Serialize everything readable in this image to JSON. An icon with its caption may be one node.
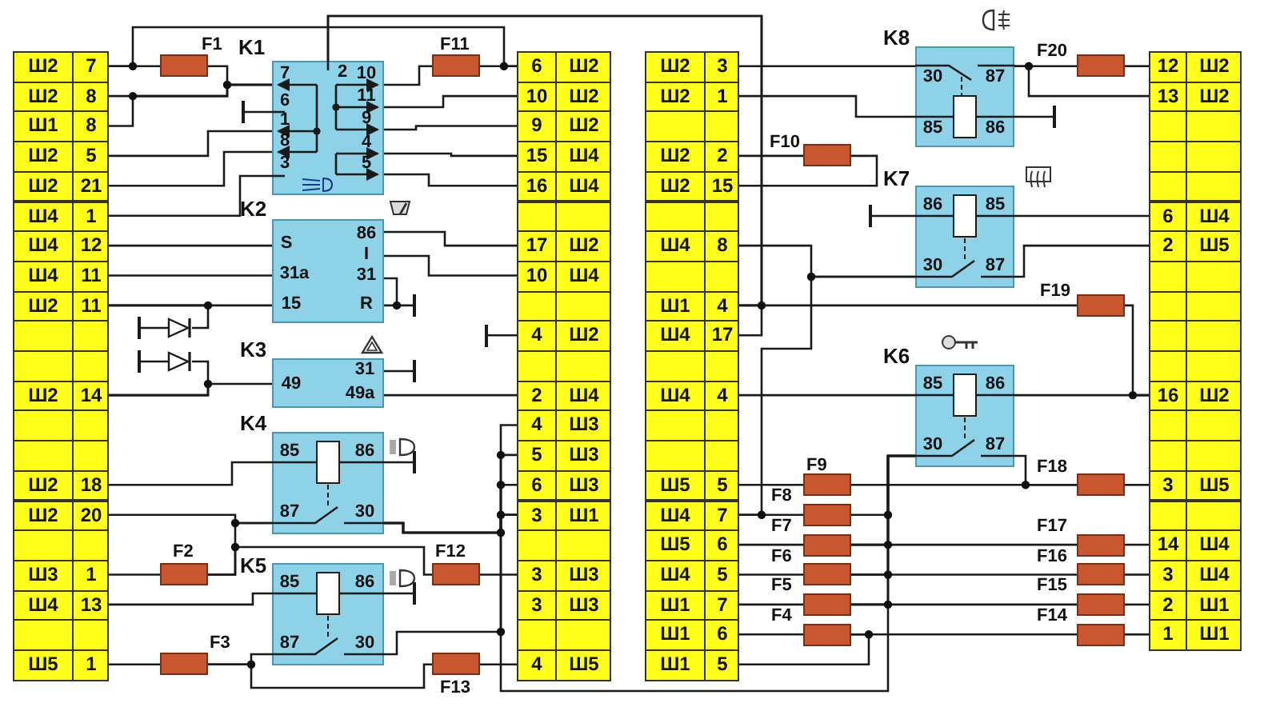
{
  "diagram": {
    "nodes": [
      {
        "text": [
          "Ш2",
          "7"
        ]
      },
      {
        "text": [
          "Ш2",
          "8"
        ]
      },
      {
        "text": [
          "Ш1",
          "8"
        ]
      },
      {
        "text": [
          "Ш2",
          "5"
        ]
      },
      {
        "text": [
          "Ш2",
          "21"
        ]
      },
      {
        "text": [
          "Ш4",
          "1"
        ]
      },
      {
        "text": [
          "Ш4",
          "12"
        ]
      },
      {
        "text": [
          "Ш4",
          "11"
        ]
      },
      {
        "text": [
          "Ш2",
          "11"
        ]
      },
      {
        "text": [],
        "shape": "box"
      },
      {
        "text": [],
        "shape": "box"
      },
      {
        "text": [
          "Ш2",
          "14"
        ]
      },
      {
        "text": [],
        "shape": "box"
      },
      {
        "text": [],
        "shape": "box"
      },
      {
        "text": [
          "Ш2",
          "18"
        ]
      },
      {
        "text": [
          "Ш2",
          "20"
        ]
      },
      {
        "text": [],
        "shape": "box"
      },
      {
        "text": [
          "Ш3",
          "1"
        ]
      },
      {
        "text": [
          "Ш4",
          "13"
        ]
      },
      {
        "text": [],
        "shape": "box"
      },
      {
        "text": [
          "Ш5",
          "1"
        ]
      },
      {
        "text": [
          "6",
          "Ш2"
        ]
      },
      {
        "text": [
          "10",
          "Ш2"
        ]
      },
      {
        "text": [
          "9",
          "Ш2"
        ]
      },
      {
        "text": [
          "15",
          "Ш4"
        ]
      },
      {
        "text": [
          "16",
          "Ш4"
        ]
      },
      {
        "text": [],
        "shape": "box"
      },
      {
        "text": [
          "17",
          "Ш2"
        ]
      },
      {
        "text": [
          "10",
          "Ш4"
        ]
      },
      {
        "text": [],
        "shape": "box"
      },
      {
        "text": [
          "4",
          "Ш2"
        ]
      },
      {
        "text": [],
        "shape": "box"
      },
      {
        "text": [
          "2",
          "Ш4"
        ]
      },
      {
        "text": [
          "4",
          "Ш3"
        ]
      },
      {
        "text": [
          "5",
          "Ш3"
        ]
      },
      {
        "text": [
          "6",
          "Ш3"
        ]
      },
      {
        "text": [
          "3",
          "Ш1"
        ]
      },
      {
        "text": [],
        "shape": "box"
      },
      {
        "text": [
          "3",
          "Ш3"
        ]
      },
      {
        "text": [
          "3",
          "Ш3"
        ]
      },
      {
        "text": [],
        "shape": "box"
      },
      {
        "text": [
          "4",
          "Ш5"
        ]
      },
      {
        "text": [
          "Ш2",
          "3"
        ]
      },
      {
        "text": [
          "Ш2",
          "1"
        ]
      },
      {
        "text": [],
        "shape": "box"
      },
      {
        "text": [
          "Ш2",
          "2"
        ]
      },
      {
        "text": [
          "Ш2",
          "15"
        ]
      },
      {
        "text": [],
        "shape": "box"
      },
      {
        "text": [
          "Ш4",
          "8"
        ]
      },
      {
        "text": [],
        "shape": "box"
      },
      {
        "text": [
          "Ш1",
          "4"
        ]
      },
      {
        "text": [
          "Ш4",
          "17"
        ]
      },
      {
        "text": [],
        "shape": "box"
      },
      {
        "text": [
          "Ш4",
          "4"
        ]
      },
      {
        "text": [],
        "shape": "box"
      },
      {
        "text": [],
        "shape": "box"
      },
      {
        "text": [
          "Ш5",
          "5"
        ]
      },
      {
        "text": [
          "Ш4",
          "7"
        ]
      },
      {
        "text": [
          "Ш5",
          "6"
        ]
      },
      {
        "text": [
          "Ш4",
          "5"
        ]
      },
      {
        "text": [
          "Ш1",
          "7"
        ]
      },
      {
        "text": [
          "Ш1",
          "6"
        ]
      },
      {
        "text": [
          "Ш1",
          "5"
        ]
      },
      {
        "text": [
          "12",
          "Ш2"
        ]
      },
      {
        "text": [
          "13",
          "Ш2"
        ]
      },
      {
        "text": [],
        "shape": "box"
      },
      {
        "text": [],
        "shape": "box"
      },
      {
        "text": [],
        "shape": "box"
      },
      {
        "text": [
          "6",
          "Ш4"
        ]
      },
      {
        "text": [
          "2",
          "Ш5"
        ]
      },
      {
        "text": [],
        "shape": "box"
      },
      {
        "text": [],
        "shape": "box"
      },
      {
        "text": [],
        "shape": "box"
      },
      {
        "text": [],
        "shape": "box"
      },
      {
        "text": [
          "16",
          "Ш2"
        ]
      },
      {
        "text": [],
        "shape": "box"
      },
      {
        "text": [],
        "shape": "box"
      },
      {
        "text": [
          "3",
          "Ш5"
        ]
      },
      {
        "text": [],
        "shape": "box"
      },
      {
        "text": [
          "14",
          "Ш4"
        ]
      },
      {
        "text": [
          "3",
          "Ш4"
        ]
      },
      {
        "text": [
          "2",
          "Ш1"
        ]
      },
      {
        "text": [
          "1",
          "Ш1"
        ]
      },
      {
        "text": [
          "K1",
          "7",
          "6",
          "1",
          "8",
          "3",
          "2",
          "10",
          "11",
          "9",
          "4",
          "5"
        ]
      },
      {
        "text": [
          "K2",
          "S",
          "31a",
          "15",
          "86",
          "I",
          "31",
          "R"
        ]
      },
      {
        "text": [
          "K3",
          "49",
          "31",
          "49a"
        ]
      },
      {
        "text": [
          "K4",
          "85",
          "86",
          "87",
          "30"
        ]
      },
      {
        "text": [
          "K5",
          "85",
          "86",
          "87",
          "30"
        ]
      },
      {
        "text": [
          "K8",
          "30",
          "87",
          "85",
          "86"
        ]
      },
      {
        "text": [
          "K7",
          "86",
          "85",
          "30",
          "87"
        ]
      },
      {
        "text": [
          "K6",
          "85",
          "86",
          "30",
          "87"
        ]
      },
      {
        "text": [
          "F1"
        ]
      },
      {
        "text": [
          "F11"
        ]
      },
      {
        "text": [
          "F2"
        ]
      },
      {
        "text": [
          "F3"
        ]
      },
      {
        "text": [
          "F12"
        ]
      },
      {
        "text": [
          "F13"
        ]
      },
      {
        "text": [
          "F10"
        ]
      },
      {
        "text": [
          "F20"
        ]
      },
      {
        "text": [
          "F19"
        ]
      },
      {
        "text": [
          "F9"
        ]
      },
      {
        "text": [
          "F8"
        ]
      },
      {
        "text": [
          "F7"
        ]
      },
      {
        "text": [
          "F6"
        ]
      },
      {
        "text": [
          "F5"
        ]
      },
      {
        "text": [
          "F4"
        ]
      },
      {
        "text": [
          "F18"
        ]
      },
      {
        "text": [
          "F17"
        ]
      },
      {
        "text": [
          "F16"
        ]
      },
      {
        "text": [
          "F15"
        ]
      },
      {
        "text": [
          "F14"
        ]
      },
      {
        "text": [],
        "shape": "diode"
      },
      {
        "text": [],
        "shape": "diode"
      },
      {
        "text": [],
        "shape": "bar"
      },
      {
        "text": [],
        "shape": "bar"
      },
      {
        "text": [],
        "shape": "bar"
      },
      {
        "text": [],
        "shape": "bar"
      },
      {
        "text": [],
        "shape": "bar"
      },
      {
        "text": [],
        "shape": "bar"
      },
      {
        "text": [],
        "shape": "bar"
      },
      {
        "text": [],
        "shape": "bar"
      },
      {
        "text": [],
        "shape": "bar"
      },
      {
        "text": [],
        "shape": "bar"
      }
    ],
    "edges": [
      {
        "from": 0,
        "to": 91,
        "arrow": "none"
      },
      {
        "from": 91,
        "to": 83,
        "arrow": "none"
      },
      {
        "from": 0,
        "to": 21,
        "arrow": "none"
      },
      {
        "from": 83,
        "to": 92,
        "arrow": "none"
      },
      {
        "from": 92,
        "to": 21,
        "arrow": "none"
      },
      {
        "from": 1,
        "to": 83,
        "arrow": "none"
      },
      {
        "from": 2,
        "to": 83,
        "arrow": "none"
      },
      {
        "from": 3,
        "to": 83,
        "arrow": "none"
      },
      {
        "from": 4,
        "to": 83,
        "arrow": "none"
      },
      {
        "from": 5,
        "to": 83,
        "arrow": "none"
      },
      {
        "from": 83,
        "to": 113,
        "arrow": "none"
      },
      {
        "from": 83,
        "to": 22,
        "arrow": "none"
      },
      {
        "from": 83,
        "to": 23,
        "arrow": "none"
      },
      {
        "from": 83,
        "to": 24,
        "arrow": "none"
      },
      {
        "from": 83,
        "to": 25,
        "arrow": "none"
      },
      {
        "from": 83,
        "to": 50,
        "arrow": "none"
      },
      {
        "from": 83,
        "to": 51,
        "arrow": "none"
      },
      {
        "from": 50,
        "to": 99,
        "arrow": "none"
      },
      {
        "from": 99,
        "to": 74,
        "arrow": "none"
      },
      {
        "from": 6,
        "to": 84,
        "arrow": "none"
      },
      {
        "from": 7,
        "to": 84,
        "arrow": "none"
      },
      {
        "from": 8,
        "to": 84,
        "arrow": "none"
      },
      {
        "from": 84,
        "to": 27,
        "arrow": "none"
      },
      {
        "from": 84,
        "to": 28,
        "arrow": "none"
      },
      {
        "from": 84,
        "to": 114,
        "arrow": "none"
      },
      {
        "from": 111,
        "to": 8,
        "arrow": "none"
      },
      {
        "from": 111,
        "to": 115,
        "arrow": "none"
      },
      {
        "from": 112,
        "to": 11,
        "arrow": "none"
      },
      {
        "from": 112,
        "to": 116,
        "arrow": "none"
      },
      {
        "from": 11,
        "to": 85,
        "arrow": "none"
      },
      {
        "from": 85,
        "to": 117,
        "arrow": "none"
      },
      {
        "from": 85,
        "to": 32,
        "arrow": "none"
      },
      {
        "from": 14,
        "to": 86,
        "arrow": "none"
      },
      {
        "from": 86,
        "to": 118,
        "arrow": "none"
      },
      {
        "from": 15,
        "to": 86,
        "arrow": "none"
      },
      {
        "from": 17,
        "to": 93,
        "arrow": "none"
      },
      {
        "from": 93,
        "to": 86,
        "arrow": "none"
      },
      {
        "from": 93,
        "to": 95,
        "arrow": "none"
      },
      {
        "from": 95,
        "to": 38,
        "arrow": "none"
      },
      {
        "from": 86,
        "to": 33,
        "arrow": "none"
      },
      {
        "from": 86,
        "to": 34,
        "arrow": "none"
      },
      {
        "from": 86,
        "to": 35,
        "arrow": "none"
      },
      {
        "from": 86,
        "to": 36,
        "arrow": "none"
      },
      {
        "from": 87,
        "to": 36,
        "arrow": "none"
      },
      {
        "from": 90,
        "to": 36,
        "arrow": "none"
      },
      {
        "from": 18,
        "to": 87,
        "arrow": "none"
      },
      {
        "from": 87,
        "to": 119,
        "arrow": "none"
      },
      {
        "from": 20,
        "to": 94,
        "arrow": "none"
      },
      {
        "from": 94,
        "to": 87,
        "arrow": "none"
      },
      {
        "from": 94,
        "to": 96,
        "arrow": "none"
      },
      {
        "from": 96,
        "to": 41,
        "arrow": "none"
      },
      {
        "from": 30,
        "to": 120,
        "arrow": "none"
      },
      {
        "from": 42,
        "to": 88,
        "arrow": "none"
      },
      {
        "from": 88,
        "to": 98,
        "arrow": "none"
      },
      {
        "from": 98,
        "to": 63,
        "arrow": "none"
      },
      {
        "from": 88,
        "to": 64,
        "arrow": "none"
      },
      {
        "from": 43,
        "to": 88,
        "arrow": "none"
      },
      {
        "from": 88,
        "to": 121,
        "arrow": "none"
      },
      {
        "from": 45,
        "to": 97,
        "arrow": "none"
      },
      {
        "from": 97,
        "to": 46,
        "arrow": "none"
      },
      {
        "from": 89,
        "to": 122,
        "arrow": "none"
      },
      {
        "from": 89,
        "to": 68,
        "arrow": "none"
      },
      {
        "from": 48,
        "to": 89,
        "arrow": "none"
      },
      {
        "from": 57,
        "to": 89,
        "arrow": "none"
      },
      {
        "from": 57,
        "to": 101,
        "arrow": "none"
      },
      {
        "from": 89,
        "to": 69,
        "arrow": "none"
      },
      {
        "from": 53,
        "to": 90,
        "arrow": "none"
      },
      {
        "from": 90,
        "to": 74,
        "arrow": "none"
      },
      {
        "from": 56,
        "to": 100,
        "arrow": "none"
      },
      {
        "from": 100,
        "to": 106,
        "arrow": "none"
      },
      {
        "from": 90,
        "to": 106,
        "arrow": "none"
      },
      {
        "from": 106,
        "to": 77,
        "arrow": "none"
      },
      {
        "from": 101,
        "to": 90,
        "arrow": "none"
      },
      {
        "from": 58,
        "to": 102,
        "arrow": "none"
      },
      {
        "from": 102,
        "to": 90,
        "arrow": "none"
      },
      {
        "from": 102,
        "to": 107,
        "arrow": "none"
      },
      {
        "from": 107,
        "to": 79,
        "arrow": "none"
      },
      {
        "from": 59,
        "to": 103,
        "arrow": "none"
      },
      {
        "from": 103,
        "to": 90,
        "arrow": "none"
      },
      {
        "from": 103,
        "to": 108,
        "arrow": "none"
      },
      {
        "from": 108,
        "to": 80,
        "arrow": "none"
      },
      {
        "from": 60,
        "to": 104,
        "arrow": "none"
      },
      {
        "from": 104,
        "to": 90,
        "arrow": "none"
      },
      {
        "from": 104,
        "to": 109,
        "arrow": "none"
      },
      {
        "from": 109,
        "to": 81,
        "arrow": "none"
      },
      {
        "from": 61,
        "to": 105,
        "arrow": "none"
      },
      {
        "from": 105,
        "to": 110,
        "arrow": "none"
      },
      {
        "from": 110,
        "to": 82,
        "arrow": "none"
      },
      {
        "from": 105,
        "to": 62,
        "arrow": "none"
      }
    ]
  }
}
